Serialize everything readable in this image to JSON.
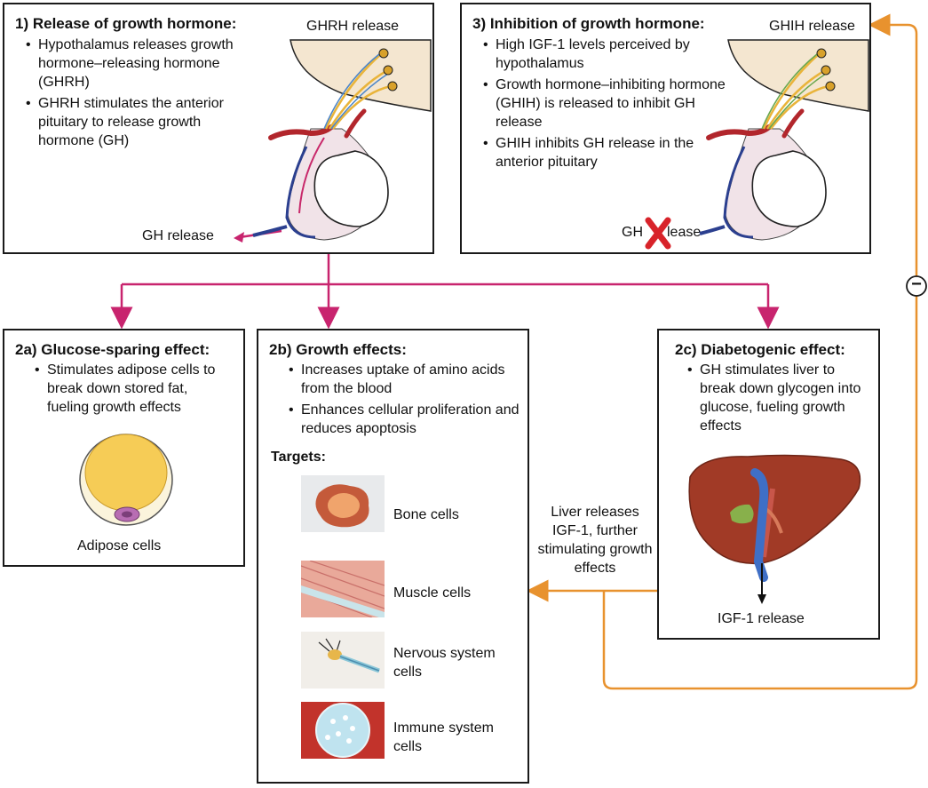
{
  "box1": {
    "title": "1) Release of growth hormone:",
    "bullets": [
      "Hypothalamus releases growth hormone–releasing hormone (GHRH)",
      "GHRH stimulates the anterior pituitary to release growth hormone (GH)"
    ],
    "top_label": "GHRH release",
    "bottom_label": "GH release"
  },
  "box3": {
    "title": "3) Inhibition of growth hormone:",
    "bullets": [
      "High IGF-1 levels perceived by hypothalamus",
      "Growth hormone–inhibiting hormone (GHIH) is released to inhibit GH release",
      "GHIH inhibits GH release in the anterior pituitary"
    ],
    "top_label": "GHIH release",
    "bottom_label_left": "GH",
    "bottom_label_right": "lease"
  },
  "box2a": {
    "title": "2a) Glucose-sparing effect:",
    "bullets": [
      "Stimulates adipose cells to break down stored fat, fueling growth effects"
    ],
    "cell_label": "Adipose cells"
  },
  "box2b": {
    "title": "2b) Growth effects:",
    "bullets": [
      "Increases uptake of amino acids from the blood",
      "Enhances cellular proliferation and reduces apoptosis"
    ],
    "targets_heading": "Targets:",
    "targets": [
      "Bone cells",
      "Muscle cells",
      "Nervous system cells",
      "Immune system cells"
    ]
  },
  "box2c": {
    "title": "2c) Diabetogenic effect:",
    "bullets": [
      "GH stimulates liver to break down glycogen into glucose, fueling growth effects"
    ],
    "release_label": "IGF-1 release"
  },
  "liver_note": "Liver releases IGF-1, further stimulating growth effects",
  "inhibit_symbol": "−",
  "colors": {
    "stimulate_arrow": "#c8246e",
    "feedback_arrow": "#e8922e",
    "border": "#1a1a1a",
    "inhibit_x": "#d8232a"
  }
}
